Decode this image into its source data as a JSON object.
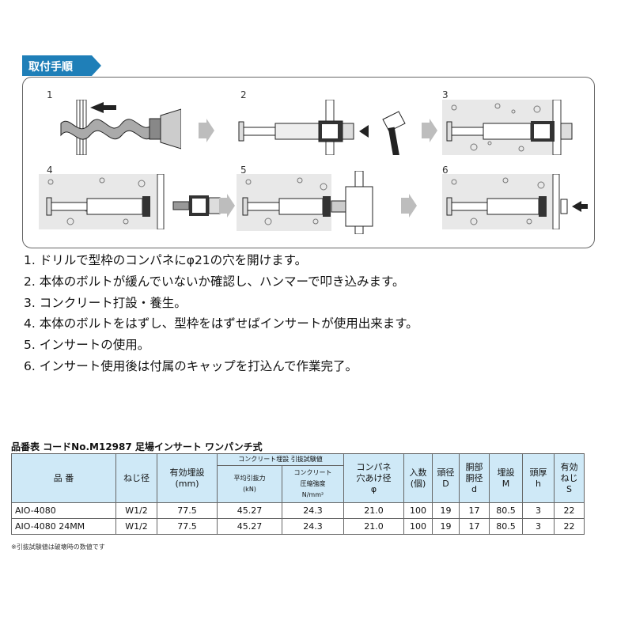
{
  "header": {
    "title": "取付手順"
  },
  "steps": [
    {
      "num": "1"
    },
    {
      "num": "2"
    },
    {
      "num": "3"
    },
    {
      "num": "4"
    },
    {
      "num": "5"
    },
    {
      "num": "6"
    }
  ],
  "instructions": [
    "1. ドリルで型枠のコンパネにφ21の穴を開けます。",
    "2. 本体のボルトが緩んでいないか確認し、ハンマーで叩き込みます。",
    "3. コンクリート打設・養生。",
    "4. 本体のボルトをはずし、型枠をはずせばインサートが使用出来ます。",
    "5. インサートの使用。",
    "6. インサート使用後は付属のキャップを打込んで作業完了。"
  ],
  "table": {
    "title": "品番表 コードNo.M12987 足場インサート ワンパンチ式",
    "headers": {
      "part": "品 番",
      "thread": "ねじ径",
      "embed_line1": "有効埋設",
      "embed_line2": "(mm)",
      "pull_group": "コンクリート埋設 引抜試験値",
      "avg_force_line1": "平均引抜力",
      "avg_force_line2": "(kN)",
      "strength_line1": "コンクリート",
      "strength_line2": "圧縮強度",
      "strength_line3": "N/mm²",
      "hole_line1": "コンパネ",
      "hole_line2": "穴あけ径",
      "hole_line3": "φ",
      "qty_line1": "入数",
      "qty_line2": "(個)",
      "head_d_line1": "頭径",
      "head_d_line2": "D",
      "body_d_line1": "胴部",
      "body_d_line2": "胴径",
      "body_d_line3": "d",
      "embed_m_line1": "埋設",
      "embed_m_line2": "M",
      "head_h_line1": "頭厚",
      "head_h_line2": "h",
      "eff_s_line1": "有効",
      "eff_s_line2": "ねじ",
      "eff_s_line3": "S"
    },
    "rows": [
      [
        "AIO-4080",
        "W1/2",
        "77.5",
        "45.27",
        "24.3",
        "21.0",
        "100",
        "19",
        "17",
        "80.5",
        "3",
        "22"
      ],
      [
        "AIO-4080 24MM",
        "W1/2",
        "77.5",
        "45.27",
        "24.3",
        "21.0",
        "100",
        "19",
        "17",
        "80.5",
        "3",
        "22"
      ]
    ],
    "footnote": "※引抜試験値は破壊時の数値です"
  },
  "colors": {
    "header_bg": "#1f7fb8",
    "table_header": "#cfe9f7",
    "concrete": "#e8e8e8",
    "arrow_gray": "#bdbdbd"
  }
}
